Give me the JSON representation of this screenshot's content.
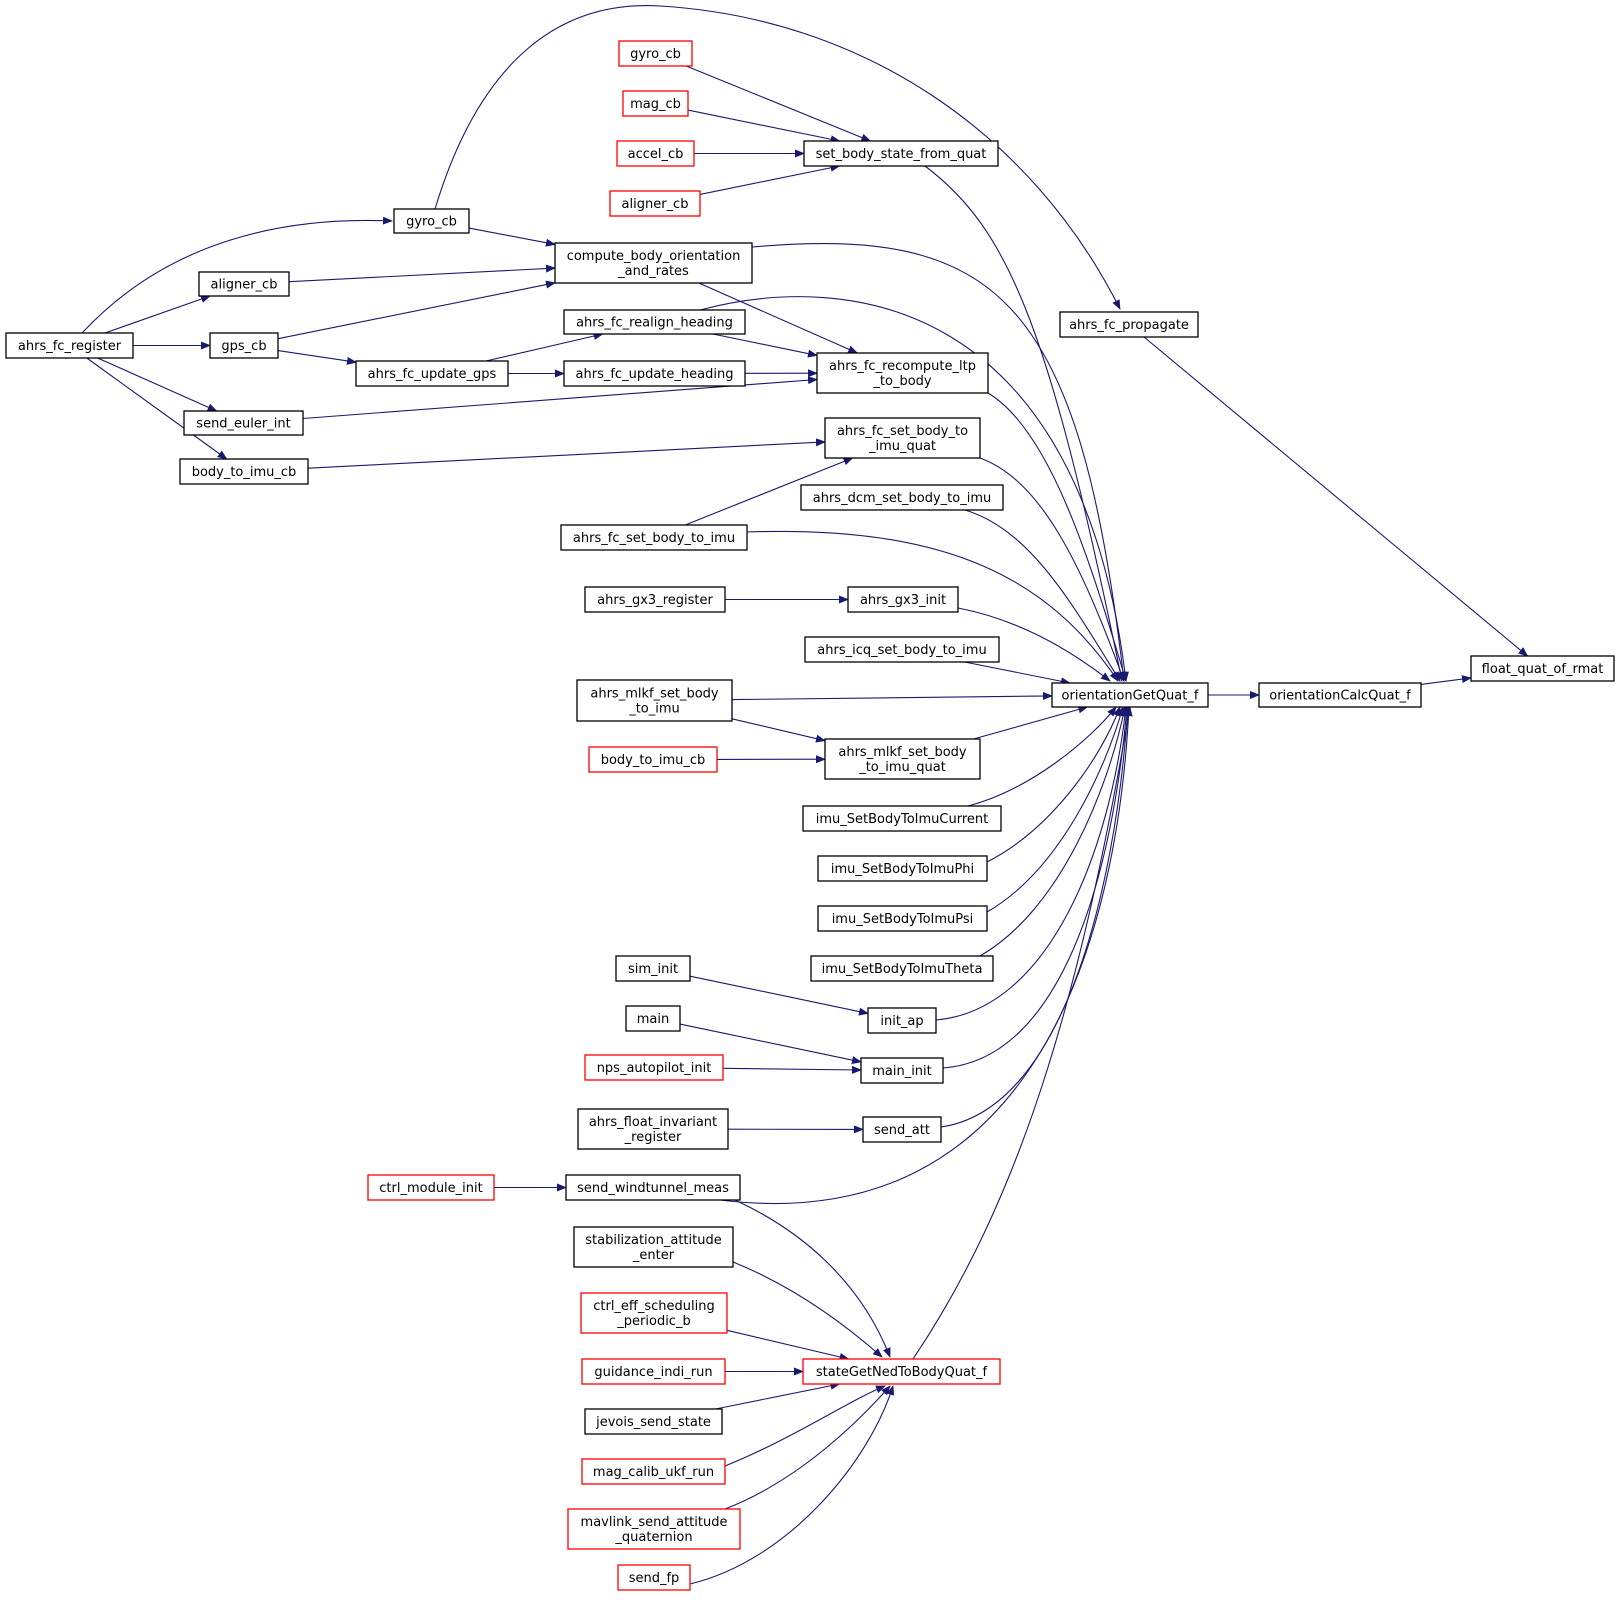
{
  "colors": {
    "edge": "#191970",
    "border_normal": "#000000",
    "border_truncated": "#ff0000",
    "focus_fill": "#bfbfbf"
  },
  "nodes": {
    "float_quat_of_rmat": {
      "label": [
        "float_quat_of_rmat"
      ],
      "style": "focus"
    },
    "orientationCalcQuat_f": {
      "label": [
        "orientationCalcQuat_f"
      ],
      "style": "normal"
    },
    "ahrs_fc_propagate": {
      "label": [
        "ahrs_fc_propagate"
      ],
      "style": "normal"
    },
    "orientationGetQuat_f": {
      "label": [
        "orientationGetQuat_f"
      ],
      "style": "normal"
    },
    "set_body_state_from_quat": {
      "label": [
        "set_body_state_from_quat"
      ],
      "style": "normal"
    },
    "gyro_cb_red": {
      "label": [
        "gyro_cb"
      ],
      "style": "truncated"
    },
    "mag_cb": {
      "label": [
        "mag_cb"
      ],
      "style": "truncated"
    },
    "accel_cb": {
      "label": [
        "accel_cb"
      ],
      "style": "truncated"
    },
    "aligner_cb_red": {
      "label": [
        "aligner_cb"
      ],
      "style": "truncated"
    },
    "gyro_cb": {
      "label": [
        "gyro_cb"
      ],
      "style": "normal"
    },
    "compute_body_orientation_and_rates": {
      "label": [
        "compute_body_orientation",
        "_and_rates"
      ],
      "style": "normal"
    },
    "aligner_cb": {
      "label": [
        "aligner_cb"
      ],
      "style": "normal"
    },
    "ahrs_fc_register": {
      "label": [
        "ahrs_fc_register"
      ],
      "style": "normal"
    },
    "gps_cb": {
      "label": [
        "gps_cb"
      ],
      "style": "normal"
    },
    "ahrs_fc_realign_heading": {
      "label": [
        "ahrs_fc_realign_heading"
      ],
      "style": "normal"
    },
    "ahrs_fc_recompute_ltp_to_body": {
      "label": [
        "ahrs_fc_recompute_ltp",
        "_to_body"
      ],
      "style": "normal"
    },
    "ahrs_fc_update_gps": {
      "label": [
        "ahrs_fc_update_gps"
      ],
      "style": "normal"
    },
    "ahrs_fc_update_heading": {
      "label": [
        "ahrs_fc_update_heading"
      ],
      "style": "normal"
    },
    "send_euler_int": {
      "label": [
        "send_euler_int"
      ],
      "style": "normal"
    },
    "ahrs_fc_set_body_to_imu_quat": {
      "label": [
        "ahrs_fc_set_body_to",
        "_imu_quat"
      ],
      "style": "normal"
    },
    "body_to_imu_cb": {
      "label": [
        "body_to_imu_cb"
      ],
      "style": "normal"
    },
    "ahrs_dcm_set_body_to_imu": {
      "label": [
        "ahrs_dcm_set_body_to_imu"
      ],
      "style": "normal"
    },
    "ahrs_fc_set_body_to_imu": {
      "label": [
        "ahrs_fc_set_body_to_imu"
      ],
      "style": "normal"
    },
    "ahrs_gx3_register": {
      "label": [
        "ahrs_gx3_register"
      ],
      "style": "normal"
    },
    "ahrs_gx3_init": {
      "label": [
        "ahrs_gx3_init"
      ],
      "style": "normal"
    },
    "ahrs_icq_set_body_to_imu": {
      "label": [
        "ahrs_icq_set_body_to_imu"
      ],
      "style": "normal"
    },
    "ahrs_mlkf_set_body_to_imu": {
      "label": [
        "ahrs_mlkf_set_body",
        "_to_imu"
      ],
      "style": "normal"
    },
    "ahrs_mlkf_set_body_to_imu_quat": {
      "label": [
        "ahrs_mlkf_set_body",
        "_to_imu_quat"
      ],
      "style": "normal"
    },
    "body_to_imu_cb_red": {
      "label": [
        "body_to_imu_cb"
      ],
      "style": "truncated"
    },
    "imu_SetBodyToImuCurrent": {
      "label": [
        "imu_SetBodyToImuCurrent"
      ],
      "style": "normal"
    },
    "imu_SetBodyToImuPhi": {
      "label": [
        "imu_SetBodyToImuPhi"
      ],
      "style": "normal"
    },
    "imu_SetBodyToImuPsi": {
      "label": [
        "imu_SetBodyToImuPsi"
      ],
      "style": "normal"
    },
    "imu_SetBodyToImuTheta": {
      "label": [
        "imu_SetBodyToImuTheta"
      ],
      "style": "normal"
    },
    "sim_init": {
      "label": [
        "sim_init"
      ],
      "style": "normal"
    },
    "init_ap": {
      "label": [
        "init_ap"
      ],
      "style": "normal"
    },
    "main": {
      "label": [
        "main"
      ],
      "style": "normal"
    },
    "main_init": {
      "label": [
        "main_init"
      ],
      "style": "normal"
    },
    "nps_autopilot_init": {
      "label": [
        "nps_autopilot_init"
      ],
      "style": "truncated"
    },
    "ahrs_float_invariant_register": {
      "label": [
        "ahrs_float_invariant",
        "_register"
      ],
      "style": "normal"
    },
    "send_att": {
      "label": [
        "send_att"
      ],
      "style": "normal"
    },
    "ctrl_module_init": {
      "label": [
        "ctrl_module_init"
      ],
      "style": "truncated"
    },
    "send_windtunnel_meas": {
      "label": [
        "send_windtunnel_meas"
      ],
      "style": "normal"
    },
    "stabilization_attitude_enter": {
      "label": [
        "stabilization_attitude",
        "_enter"
      ],
      "style": "normal"
    },
    "ctrl_eff_scheduling_periodic_b": {
      "label": [
        "ctrl_eff_scheduling",
        "_periodic_b"
      ],
      "style": "truncated"
    },
    "guidance_indi_run": {
      "label": [
        "guidance_indi_run"
      ],
      "style": "truncated"
    },
    "stateGetNedToBodyQuat_f": {
      "label": [
        "stateGetNedToBodyQuat_f"
      ],
      "style": "truncated"
    },
    "jevois_send_state": {
      "label": [
        "jevois_send_state"
      ],
      "style": "normal"
    },
    "mag_calib_ukf_run": {
      "label": [
        "mag_calib_ukf_run"
      ],
      "style": "truncated"
    },
    "mavlink_send_attitude_quaternion": {
      "label": [
        "mavlink_send_attitude",
        "_quaternion"
      ],
      "style": "truncated"
    },
    "send_fp": {
      "label": [
        "send_fp"
      ],
      "style": "truncated"
    }
  },
  "edges": [
    {
      "from": "orientationCalcQuat_f",
      "to": "float_quat_of_rmat"
    },
    {
      "from": "ahrs_fc_propagate",
      "to": "float_quat_of_rmat"
    },
    {
      "from": "orientationGetQuat_f",
      "to": "orientationCalcQuat_f"
    },
    {
      "from": "gyro_cb",
      "to": "ahrs_fc_propagate"
    },
    {
      "from": "set_body_state_from_quat",
      "to": "orientationGetQuat_f"
    },
    {
      "from": "compute_body_orientation_and_rates",
      "to": "orientationGetQuat_f"
    },
    {
      "from": "ahrs_fc_realign_heading",
      "to": "orientationGetQuat_f"
    },
    {
      "from": "ahrs_fc_recompute_ltp_to_body",
      "to": "orientationGetQuat_f"
    },
    {
      "from": "ahrs_fc_set_body_to_imu_quat",
      "to": "orientationGetQuat_f"
    },
    {
      "from": "ahrs_dcm_set_body_to_imu",
      "to": "orientationGetQuat_f"
    },
    {
      "from": "ahrs_fc_set_body_to_imu",
      "to": "orientationGetQuat_f"
    },
    {
      "from": "ahrs_gx3_init",
      "to": "orientationGetQuat_f"
    },
    {
      "from": "ahrs_icq_set_body_to_imu",
      "to": "orientationGetQuat_f"
    },
    {
      "from": "ahrs_mlkf_set_body_to_imu",
      "to": "orientationGetQuat_f"
    },
    {
      "from": "ahrs_mlkf_set_body_to_imu_quat",
      "to": "orientationGetQuat_f"
    },
    {
      "from": "imu_SetBodyToImuCurrent",
      "to": "orientationGetQuat_f"
    },
    {
      "from": "imu_SetBodyToImuPhi",
      "to": "orientationGetQuat_f"
    },
    {
      "from": "imu_SetBodyToImuPsi",
      "to": "orientationGetQuat_f"
    },
    {
      "from": "imu_SetBodyToImuTheta",
      "to": "orientationGetQuat_f"
    },
    {
      "from": "init_ap",
      "to": "orientationGetQuat_f"
    },
    {
      "from": "main_init",
      "to": "orientationGetQuat_f"
    },
    {
      "from": "send_att",
      "to": "orientationGetQuat_f"
    },
    {
      "from": "send_windtunnel_meas",
      "to": "orientationGetQuat_f"
    },
    {
      "from": "stateGetNedToBodyQuat_f",
      "to": "orientationGetQuat_f"
    },
    {
      "from": "gyro_cb_red",
      "to": "set_body_state_from_quat"
    },
    {
      "from": "mag_cb",
      "to": "set_body_state_from_quat"
    },
    {
      "from": "accel_cb",
      "to": "set_body_state_from_quat"
    },
    {
      "from": "aligner_cb_red",
      "to": "set_body_state_from_quat"
    },
    {
      "from": "ahrs_fc_register",
      "to": "gyro_cb"
    },
    {
      "from": "gyro_cb",
      "to": "compute_body_orientation_and_rates"
    },
    {
      "from": "aligner_cb",
      "to": "compute_body_orientation_and_rates"
    },
    {
      "from": "gps_cb",
      "to": "compute_body_orientation_and_rates"
    },
    {
      "from": "ahrs_fc_register",
      "to": "aligner_cb"
    },
    {
      "from": "ahrs_fc_register",
      "to": "gps_cb"
    },
    {
      "from": "ahrs_fc_register",
      "to": "send_euler_int"
    },
    {
      "from": "ahrs_fc_register",
      "to": "body_to_imu_cb"
    },
    {
      "from": "gps_cb",
      "to": "ahrs_fc_update_gps"
    },
    {
      "from": "ahrs_fc_update_gps",
      "to": "ahrs_fc_realign_heading"
    },
    {
      "from": "ahrs_fc_update_gps",
      "to": "ahrs_fc_update_heading"
    },
    {
      "from": "compute_body_orientation_and_rates",
      "to": "ahrs_fc_recompute_ltp_to_body"
    },
    {
      "from": "ahrs_fc_realign_heading",
      "to": "ahrs_fc_recompute_ltp_to_body"
    },
    {
      "from": "ahrs_fc_update_heading",
      "to": "ahrs_fc_recompute_ltp_to_body"
    },
    {
      "from": "send_euler_int",
      "to": "ahrs_fc_recompute_ltp_to_body"
    },
    {
      "from": "body_to_imu_cb",
      "to": "ahrs_fc_set_body_to_imu_quat"
    },
    {
      "from": "ahrs_fc_set_body_to_imu",
      "to": "ahrs_fc_set_body_to_imu_quat"
    },
    {
      "from": "ahrs_gx3_register",
      "to": "ahrs_gx3_init"
    },
    {
      "from": "ahrs_mlkf_set_body_to_imu",
      "to": "ahrs_mlkf_set_body_to_imu_quat"
    },
    {
      "from": "body_to_imu_cb_red",
      "to": "ahrs_mlkf_set_body_to_imu_quat"
    },
    {
      "from": "sim_init",
      "to": "init_ap"
    },
    {
      "from": "main",
      "to": "main_init"
    },
    {
      "from": "nps_autopilot_init",
      "to": "main_init"
    },
    {
      "from": "ahrs_float_invariant_register",
      "to": "send_att"
    },
    {
      "from": "ctrl_module_init",
      "to": "send_windtunnel_meas"
    },
    {
      "from": "send_windtunnel_meas",
      "to": "stateGetNedToBodyQuat_f"
    },
    {
      "from": "stabilization_attitude_enter",
      "to": "stateGetNedToBodyQuat_f"
    },
    {
      "from": "ctrl_eff_scheduling_periodic_b",
      "to": "stateGetNedToBodyQuat_f"
    },
    {
      "from": "guidance_indi_run",
      "to": "stateGetNedToBodyQuat_f"
    },
    {
      "from": "jevois_send_state",
      "to": "stateGetNedToBodyQuat_f"
    },
    {
      "from": "mag_calib_ukf_run",
      "to": "stateGetNedToBodyQuat_f"
    },
    {
      "from": "mavlink_send_attitude_quaternion",
      "to": "stateGetNedToBodyQuat_f"
    },
    {
      "from": "send_fp",
      "to": "stateGetNedToBodyQuat_f"
    }
  ]
}
